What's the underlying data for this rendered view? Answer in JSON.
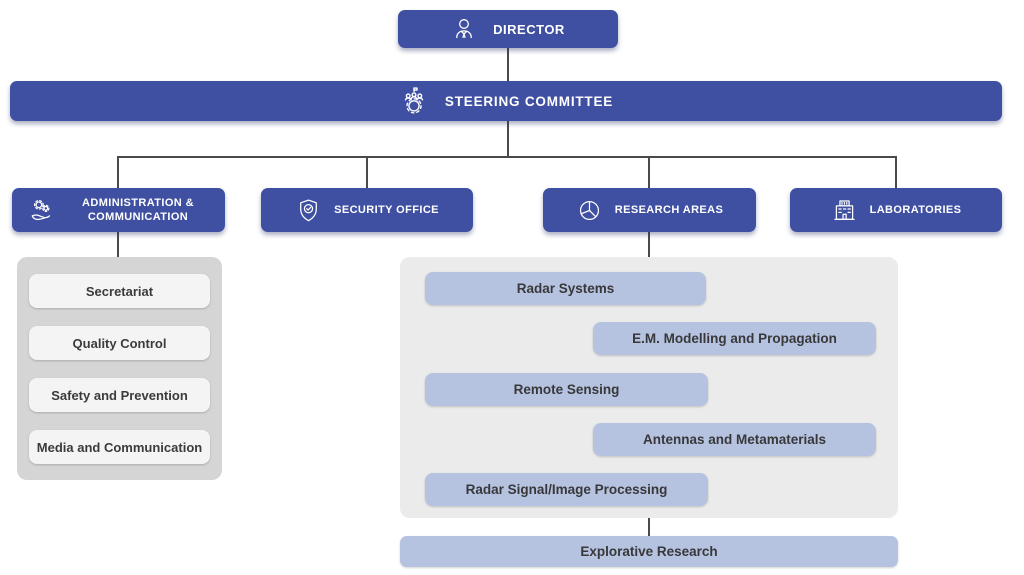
{
  "palette": {
    "primary_blue": "#3F4FA1",
    "light_blue": "#B5C3E0",
    "research_panel_gray": "#EBEBEB",
    "admin_panel_gray": "#D5D5D5",
    "admin_item_bg": "#F4F4F4",
    "connector_line": "#4A4A4A",
    "dark_text": "#3B3B3B"
  },
  "director": {
    "label": "DIRECTOR",
    "icon": "person-bust-icon"
  },
  "steering_committee": {
    "label": "STEERING COMMITTEE",
    "icon": "committee-gear-icon"
  },
  "branches": [
    {
      "label": "ADMINISTRATION & COMMUNICATION",
      "icon": "hand-gears-icon"
    },
    {
      "label": "SECURITY OFFICE",
      "icon": "shield-check-icon"
    },
    {
      "label": "RESEARCH AREAS",
      "icon": "pie-chart-icon"
    },
    {
      "label": "LABORATORIES",
      "icon": "lab-building-icon"
    }
  ],
  "administration_units": [
    "Secretariat",
    "Quality Control",
    "Safety and Prevention",
    "Media and Communication"
  ],
  "research_areas": [
    "Radar Systems",
    "E.M. Modelling and Propagation",
    "Remote Sensing",
    "Antennas and Metamaterials",
    "Radar Signal/Image Processing"
  ],
  "explorative_research": {
    "label": "Explorative Research"
  }
}
